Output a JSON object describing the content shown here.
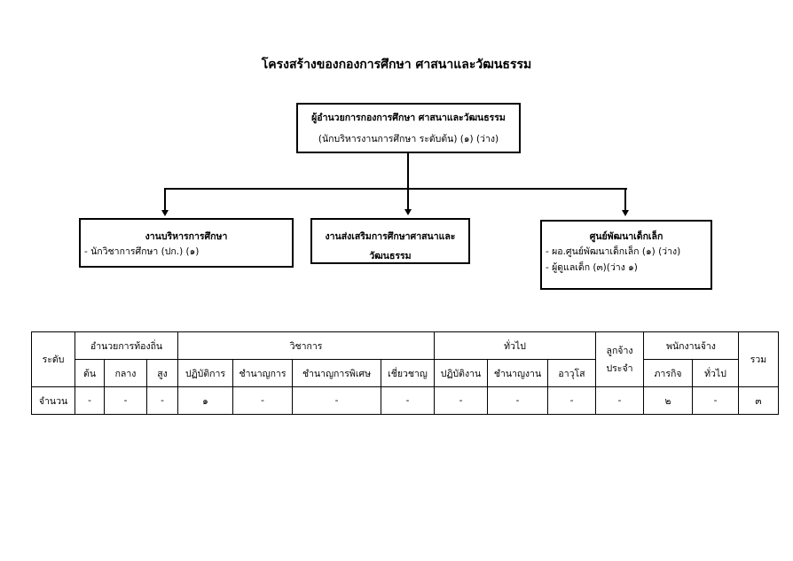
{
  "title": "โครงสร้างของกองการศึกษา ศาสนาและวัฒนธรรม",
  "chart": {
    "top": {
      "line1": "ผู้อำนวยการกองการศึกษา ศาสนาและวัฒนธรรม",
      "line2": "(นักบริหารงานการศึกษา ระดับต้น) (๑) (ว่าง)"
    },
    "left": {
      "heading": "งานบริหารการศึกษา",
      "items": [
        "- นักวิชาการศึกษา (ปก.) (๑)"
      ]
    },
    "middle": {
      "heading": "งานส่งเสริมการศึกษาศาสนาและ",
      "heading2": "วัฒนธรรม"
    },
    "right": {
      "heading": "ศูนย์พัฒนาเด็กเล็ก",
      "items": [
        "- ผอ.ศูนย์พัฒนาเด็กเล็ก (๑) (ว่าง)",
        "- ผู้ดูแลเด็ก (๓)(ว่าง ๑)"
      ]
    }
  },
  "table": {
    "level": "ระดับ",
    "count": "จำนวน",
    "total": "รวม",
    "groups": [
      "อำนวยการท้องถิ่น",
      "วิชาการ",
      "ทั่วไป",
      "ลูกจ้างประจำ",
      "พนักงานจ้าง"
    ],
    "subs": [
      "ต้น",
      "กลาง",
      "สูง",
      "ปฏิบัติการ",
      "ชำนาญการ",
      "ชำนาญการพิเศษ",
      "เชี่ยวชาญ",
      "ปฏิบัติงาน",
      "ชำนาญงาน",
      "อาวุโส",
      "ภารกิจ",
      "ทั่วไป"
    ],
    "values": [
      "-",
      "-",
      "-",
      "๑",
      "-",
      "-",
      "-",
      "-",
      "-",
      "-",
      "-",
      "๒",
      "-",
      "๓"
    ]
  }
}
